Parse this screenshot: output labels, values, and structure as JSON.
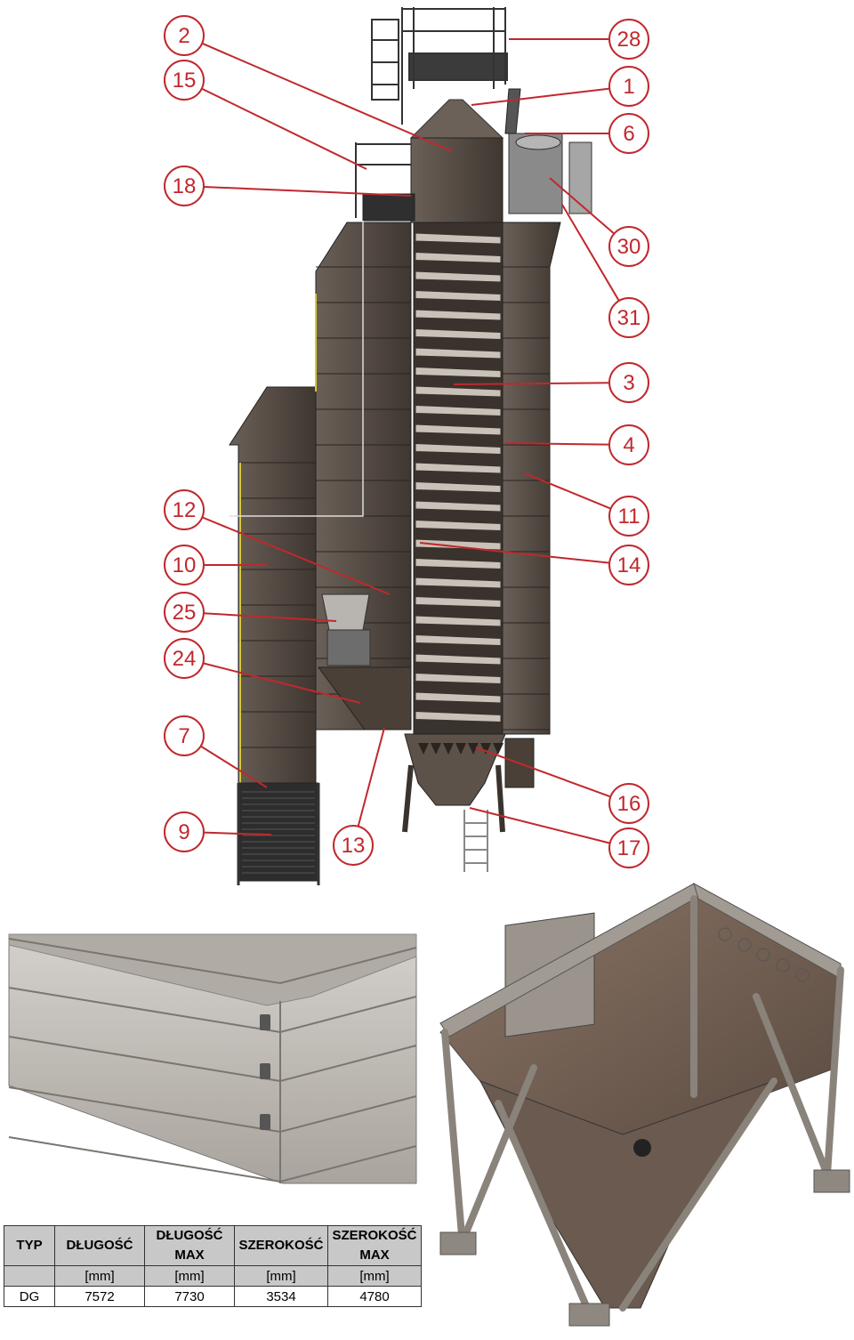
{
  "callouts": [
    {
      "num": "2"
    },
    {
      "num": "15"
    },
    {
      "num": "18"
    },
    {
      "num": "12"
    },
    {
      "num": "10"
    },
    {
      "num": "25"
    },
    {
      "num": "24"
    },
    {
      "num": "7"
    },
    {
      "num": "9"
    },
    {
      "num": "13"
    },
    {
      "num": "28"
    },
    {
      "num": "1"
    },
    {
      "num": "6"
    },
    {
      "num": "30"
    },
    {
      "num": "31"
    },
    {
      "num": "3"
    },
    {
      "num": "4"
    },
    {
      "num": "11"
    },
    {
      "num": "14"
    },
    {
      "num": "16"
    },
    {
      "num": "17"
    }
  ],
  "colors": {
    "callout": "#c0282d",
    "steel_dark": "#4e453d",
    "steel_light": "#b8b2a8",
    "table_header": "#c8c8c8"
  },
  "table": {
    "headers": [
      "TYP",
      "DŁUGOŚĆ",
      "DŁUGOŚĆ MAX",
      "SZEROKOŚĆ",
      "SZEROKOŚĆ MAX"
    ],
    "units": [
      "",
      "[mm]",
      "[mm]",
      "[mm]",
      "[mm]"
    ],
    "rows": [
      [
        "DG",
        "7572",
        "7730",
        "3534",
        "4780"
      ]
    ]
  }
}
